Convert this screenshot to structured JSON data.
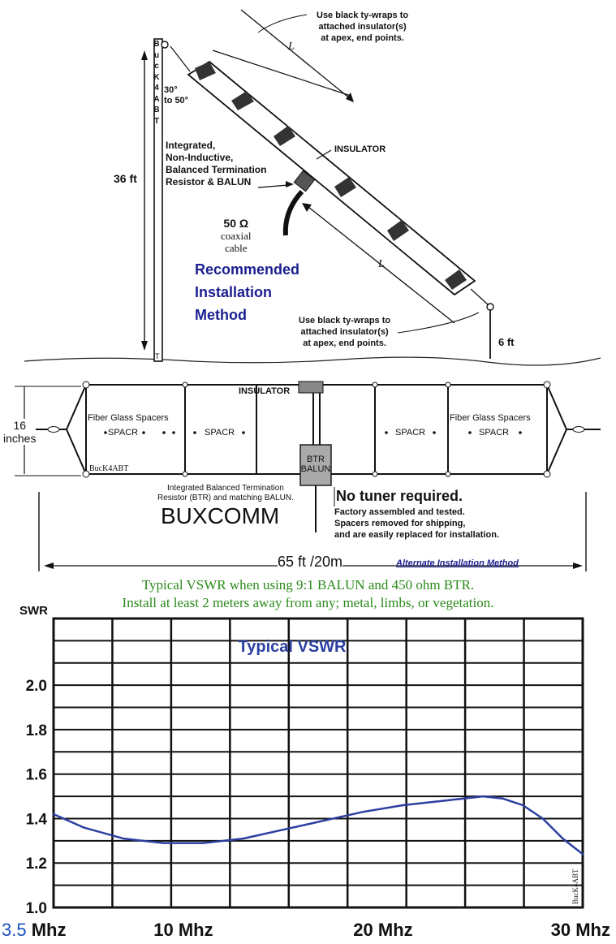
{
  "top": {
    "callout_top": [
      "Use black ty-wraps to",
      "attached insulator(s)",
      "at apex, end points."
    ],
    "length_label": "L",
    "mast_letters": [
      "B",
      "u",
      "c",
      "K",
      "4",
      "A",
      "B",
      "T"
    ],
    "angle": [
      "30°",
      "to 50°"
    ],
    "mast_height": "36 ft",
    "end_height": "6 ft",
    "termination": [
      "Integrated,",
      "Non-Inductive,",
      "Balanced Termination",
      "Resistor & BALUN"
    ],
    "insulator": "INSULATOR",
    "coax": [
      "50  Ω",
      "coaxial",
      "cable"
    ],
    "recommended": [
      "Recommended",
      "Installation",
      "Method"
    ],
    "callout_bottom": [
      "Use black ty-wraps to",
      "attached insulator(s)",
      "at apex, end points."
    ],
    "base_mark": "T"
  },
  "middle": {
    "width_label": [
      "16",
      "inches"
    ],
    "insulator": "INSULATOR",
    "spacers_left": "Fiber Glass Spacers",
    "spacers_right": "Fiber Glass Spacers",
    "spacr": "SPACR",
    "btr_box": [
      "BTR",
      "BALUN"
    ],
    "watermark": "BucK4ABT",
    "btr_caption": [
      "Integrated Balanced Termination",
      "Resistor (BTR) and matching BALUN."
    ],
    "brand": "BUXCOMM",
    "no_tuner": "No tuner required.",
    "notes": [
      "Factory assembled and tested.",
      "Spacers removed for shipping,",
      "and are easily replaced for installation."
    ],
    "length": "65 ft /20m",
    "alternate": "Alternate  Installation  Method"
  },
  "notice": {
    "line1": "Typical VSWR when using 9:1 BALUN and 450 ohm BTR.",
    "line2": "Install at least 2 meters away from any; metal, limbs, or vegetation."
  },
  "chart_data": {
    "type": "line",
    "title": "Typical VSWR",
    "ylabel": "SWR",
    "xlabel": "",
    "ylim": [
      1.0,
      2.3
    ],
    "xlim": [
      3.5,
      30
    ],
    "yticks": [
      "2.0",
      "1.8",
      "1.6",
      "1.4",
      "1.2",
      "1.0"
    ],
    "xticks": [
      "3.5 Mhz",
      "10 Mhz",
      "20 Mhz",
      "30 Mhz"
    ],
    "watermark": "BucK4ABT",
    "grid": true,
    "series": [
      {
        "x": [
          3.5,
          5,
          7,
          9,
          11,
          13,
          15,
          17,
          19,
          21,
          23,
          25,
          26,
          27,
          28,
          29,
          30
        ],
        "values": [
          1.42,
          1.36,
          1.31,
          1.29,
          1.29,
          1.31,
          1.35,
          1.39,
          1.43,
          1.46,
          1.48,
          1.5,
          1.49,
          1.46,
          1.4,
          1.31,
          1.24
        ],
        "color": "#2b3fa0"
      }
    ],
    "colors": {
      "line": "#2b3fa0",
      "title": "#2b3fa0",
      "first_tick": "#1b4fbf"
    }
  }
}
